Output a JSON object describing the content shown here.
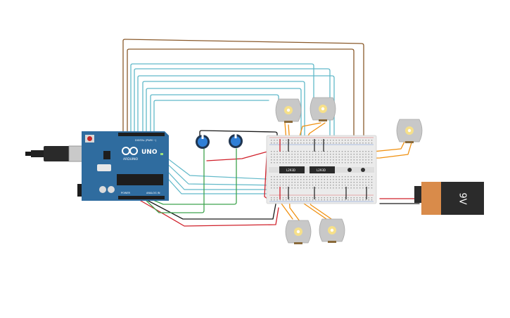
{
  "arduino": {
    "model_label": "UNO",
    "brand_label": "ARDUINO",
    "digital_header_label": "DIGITAL (PWM ~)",
    "power_header_label": "POWER",
    "analog_header_label": "ANALOG IN",
    "board_color": "#2f6c9f"
  },
  "breadboard": {
    "ic_left_label": "L293D",
    "ic_right_label": "L293D"
  },
  "battery": {
    "label": "9V",
    "body_color": "#2b2b2b",
    "terminal_color": "#d98b4a"
  },
  "potentiometers": [
    {
      "name": "pot-left"
    },
    {
      "name": "pot-right"
    }
  ],
  "motors": [
    {
      "name": "motor-top-left"
    },
    {
      "name": "motor-top-middle"
    },
    {
      "name": "motor-right"
    },
    {
      "name": "motor-bottom-left"
    },
    {
      "name": "motor-bottom-right"
    }
  ],
  "wire_colors": {
    "brown": "#8a5a2b",
    "cyan": "#62b9c9",
    "green": "#3fa34d",
    "red": "#d0202a",
    "black": "#1a1a1a",
    "orange": "#f0900f"
  }
}
